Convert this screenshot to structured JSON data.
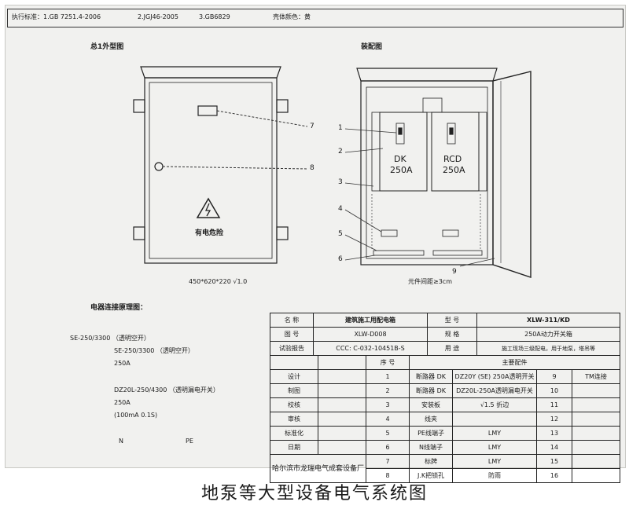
{
  "header": {
    "standards_label": "执行标准：1.GB 7251.4-2006",
    "std2": "2.JGJ46-2005",
    "std3": "3.GB6829",
    "color_label": "壳体颜色：黄"
  },
  "views": {
    "outer_title": "总1外型图",
    "assembly_title": "装配图",
    "warning_text": "有电危险",
    "dimensions": "450*620*220 √1.0",
    "spacing_note": "元件间距≥3cm",
    "breaker_dk": [
      "DK",
      "250A"
    ],
    "breaker_rcd": [
      "RCD",
      "250A"
    ],
    "callouts_right": [
      "7",
      "8"
    ],
    "callouts_left": [
      "1",
      "2",
      "3",
      "4",
      "5",
      "6"
    ],
    "callout_bottom": "9"
  },
  "circuit": {
    "title": "电器连接原理图：",
    "line1": "SE-250/3300 （透明空开）",
    "line2": "SE-250/3300 （透明空开）",
    "line3": "250A",
    "line4": "DZ20L-250/4300 （透明漏电开关）",
    "line5": "250A",
    "line6": "(100mA 0.1S)",
    "n_label": "N",
    "pe_label": "PE"
  },
  "title_block": {
    "rows": [
      [
        "名    称",
        "建筑施工用配电箱",
        "型    号",
        "XLW-311/KD"
      ],
      [
        "图    号",
        "XLW-D008",
        "规    格",
        "250A动力开关箱"
      ],
      [
        "试验报告",
        "CCC: C-032-10451B-S",
        "用    途",
        "施工现场三级配电，用于地泵，塔吊等"
      ]
    ],
    "parts_header": [
      "序  号",
      "主要配件"
    ],
    "left_labels": [
      "设计",
      "制图",
      "校核",
      "审核",
      "标准化",
      "日期"
    ],
    "parts": [
      {
        "no": "1",
        "name": "断路器 DK",
        "spec": "DZ20Y (SE) 250A透明开关",
        "no2": "9",
        "spec2": "TM连接"
      },
      {
        "no": "2",
        "name": "断路器 DK",
        "spec": "DZ20L-250A透明漏电开关",
        "no2": "10",
        "spec2": ""
      },
      {
        "no": "3",
        "name": "安装板",
        "spec": "√1.5 折边",
        "no2": "11",
        "spec2": ""
      },
      {
        "no": "4",
        "name": "线夹",
        "spec": "",
        "no2": "12",
        "spec2": ""
      },
      {
        "no": "5",
        "name": "PE线端子",
        "spec": "LMY",
        "no2": "13",
        "spec2": ""
      },
      {
        "no": "6",
        "name": "N线端子",
        "spec": "LMY",
        "no2": "14",
        "spec2": ""
      },
      {
        "no": "7",
        "name": "标牌",
        "spec": "LMY",
        "no2": "15",
        "spec2": ""
      },
      {
        "no": "8",
        "name": "J.K把锁孔",
        "spec": "防雨",
        "no2": "16",
        "spec2": ""
      }
    ],
    "company": "哈尔滨市龙瑞电气成套设备厂"
  },
  "caption": "地泵等大型设备电气系统图"
}
